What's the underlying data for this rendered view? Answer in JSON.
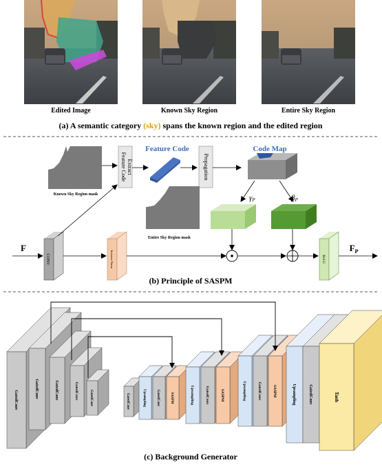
{
  "panel_a": {
    "images": [
      {
        "caption": "Edited Image"
      },
      {
        "caption": "Known Sky Region"
      },
      {
        "caption": "Entire Sky Region"
      }
    ],
    "caption_prefix": "(a) A semantic category ",
    "caption_highlight": "(sky)",
    "caption_suffix": " spans the known region and the edited region",
    "highlight_color": "#d4a017"
  },
  "panel_b": {
    "known_mask_label": "Known Sky Region mask",
    "entire_mask_label": "Entire Sky Region mask",
    "extract_label_1": "Extract",
    "extract_label_2": "Feature Code",
    "feature_code_title": "Feature Code",
    "propagation_label": "Propagation",
    "code_map_title": "Code Map",
    "gamma_label": "γ",
    "gamma_sub": "P",
    "beta_label": "β",
    "beta_sub": "P",
    "input_label": "F",
    "conv_label": "CONV",
    "inst_norm_label": "Instance Norm",
    "relu_label": "ReLU",
    "output_label": "F",
    "output_sub": "P",
    "caption": "(b) Principle of SASPM",
    "title_color": "#3d6fb6"
  },
  "panel_c": {
    "encoder_label": "GatedConv",
    "upsampling_label": "Upsampling",
    "gatedconv_label": "GatedConv",
    "saspm_label": "SASPM",
    "tanh_label": "Tanh",
    "caption": "(c) Background Generator"
  }
}
